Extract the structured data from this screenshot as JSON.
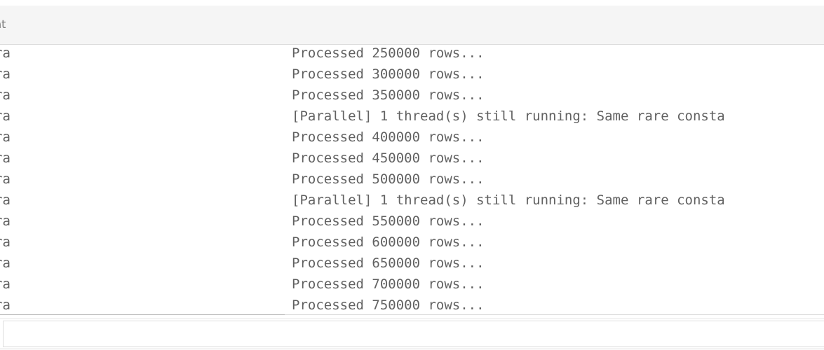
{
  "header": {
    "title": "nt"
  },
  "log": {
    "rows": [
      {
        "source": "ra",
        "message": "Processed 250000 rows..."
      },
      {
        "source": "ra",
        "message": "Processed 300000 rows..."
      },
      {
        "source": "ra",
        "message": "Processed 350000 rows..."
      },
      {
        "source": "ra",
        "message": "[Parallel] 1 thread(s) still running: Same rare consta"
      },
      {
        "source": "ra",
        "message": "Processed 400000 rows..."
      },
      {
        "source": "ra",
        "message": "Processed 450000 rows..."
      },
      {
        "source": "ra",
        "message": "Processed 500000 rows..."
      },
      {
        "source": "ra",
        "message": "[Parallel] 1 thread(s) still running: Same rare consta"
      },
      {
        "source": "ra",
        "message": "Processed 550000 rows..."
      },
      {
        "source": "ra",
        "message": "Processed 600000 rows..."
      },
      {
        "source": "ra",
        "message": "Processed 650000 rows..."
      },
      {
        "source": "ra",
        "message": "Processed 700000 rows..."
      },
      {
        "source": "ra",
        "message": "Processed 750000 rows..."
      }
    ]
  },
  "input": {
    "value": ""
  }
}
